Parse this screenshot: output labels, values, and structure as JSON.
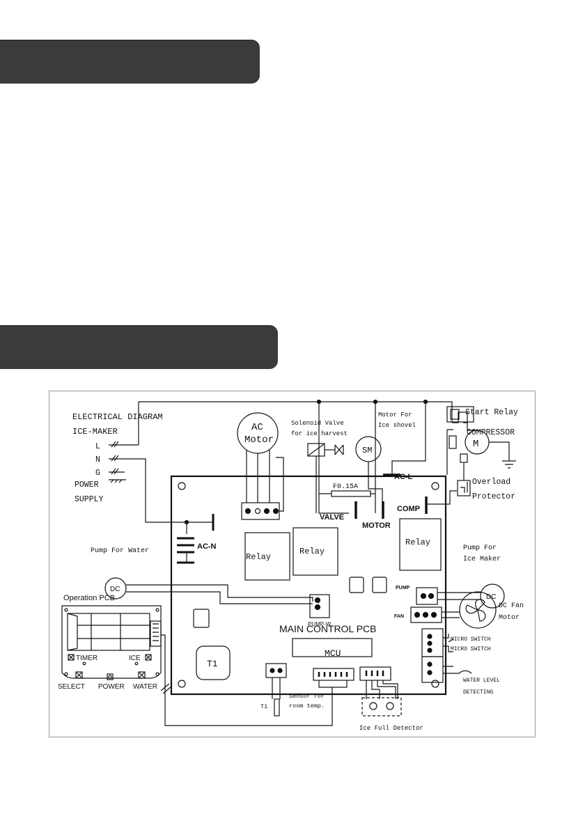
{
  "diagram": {
    "title_line1": "ELECTRICAL DIAGRAM",
    "title_line2": "ICE-MAKER",
    "supply": {
      "L": "L",
      "N": "N",
      "G": "G",
      "line1": "POWER",
      "line2": "SUPPLY"
    },
    "ac_motor": {
      "line1": "AC",
      "line2": "Motor"
    },
    "solenoid": {
      "line1": "Solenoid Valve",
      "line2": "for ice harvest"
    },
    "motor_shovel": {
      "line1": "Motor For",
      "line2": "Ice shovel"
    },
    "sm": "SM",
    "start_relay": "Start Relay",
    "compressor": "COMPRESSOR",
    "compressor_m": "M",
    "overload": {
      "line1": "Overload",
      "line2": "Protector"
    },
    "fuse": "F0.15A",
    "ac_l": "AC-L",
    "ac_n": "AC-N",
    "valve": "VALVE",
    "motor": "MOTOR",
    "comp": "COMP",
    "relay": "Relay",
    "pump_water": "Pump For Water",
    "pump_ice": {
      "line1": "Pump For",
      "line2": "Ice Maker"
    },
    "dc": "DC",
    "pump_label": "PUMP",
    "pump_w": "PUMP-W",
    "fan_label": "FAN",
    "dc_fan": {
      "line1": "DC Fan",
      "line2": "Motor"
    },
    "main_pcb": "MAIN CONTROL PCB",
    "mcu": "MCU",
    "t1": "T1",
    "micro_switch": "MICRO SWITCH",
    "water_level": {
      "line1": "WATER LEVEL",
      "line2": "DETECTING"
    },
    "operation_pcb": "Operation PCB",
    "timer": "TIMER",
    "ice": "ICE",
    "select": "SELECT",
    "power": "POWER",
    "water": "WATER",
    "sensor": {
      "line1": "Sensor for",
      "line2": "room temp."
    },
    "ice_full": "Ice Full Detector"
  }
}
